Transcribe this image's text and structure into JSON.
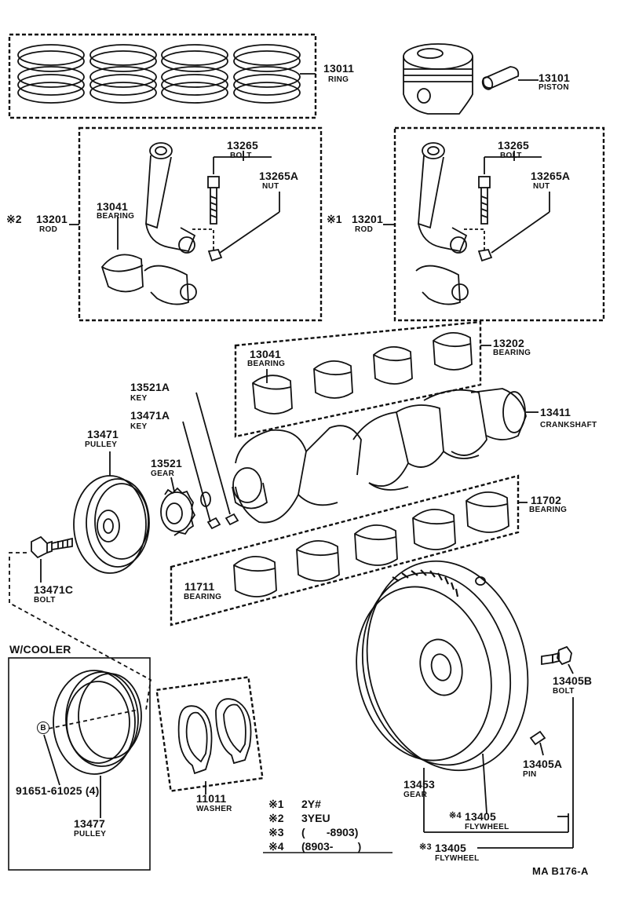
{
  "parts": {
    "ring": {
      "number": "13011",
      "name": "RING"
    },
    "piston": {
      "number": "13101",
      "name": "PISTON"
    },
    "rod_left": {
      "marker": "※2",
      "number": "13201",
      "name": "ROD"
    },
    "rod_right": {
      "marker": "※1",
      "number": "13201",
      "name": "ROD"
    },
    "bolt_left": {
      "number": "13265",
      "name": "BOLT"
    },
    "nut_left": {
      "number": "13265A",
      "name": "NUT"
    },
    "bearing_left": {
      "number": "13041",
      "name": "BEARING"
    },
    "bolt_right": {
      "number": "13265",
      "name": "BOLT"
    },
    "nut_right": {
      "number": "13265A",
      "name": "NUT"
    },
    "rod_bearing_set": {
      "number": "13041",
      "name": "BEARING"
    },
    "bearing_13202": {
      "number": "13202",
      "name": "BEARING"
    },
    "key_13521a": {
      "number": "13521A",
      "name": "KEY"
    },
    "key_13471a": {
      "number": "13471A",
      "name": "KEY"
    },
    "crankshaft": {
      "number": "13411",
      "name": "CRANKSHAFT"
    },
    "pulley": {
      "number": "13471",
      "name": "PULLEY"
    },
    "gear_13521": {
      "number": "13521",
      "name": "GEAR"
    },
    "bearing_11702": {
      "number": "11702",
      "name": "BEARING"
    },
    "bolt_13471c": {
      "number": "13471C",
      "name": "BOLT"
    },
    "bearing_11711": {
      "number": "11711",
      "name": "BEARING"
    },
    "w_cooler": {
      "label": "W/COOLER"
    },
    "callout_b": {
      "text": "B"
    },
    "bolt_91651": {
      "number": "91651-61025 (4)"
    },
    "pulley_13477": {
      "number": "13477",
      "name": "PULLEY"
    },
    "washer": {
      "number": "11011",
      "name": "WASHER"
    },
    "bolt_13405b": {
      "number": "13405B",
      "name": "BOLT"
    },
    "pin_13405a": {
      "number": "13405A",
      "name": "PIN"
    },
    "gear_13453": {
      "number": "13453",
      "name": "GEAR"
    },
    "flywheel_4": {
      "marker": "※4",
      "number": "13405",
      "name": "FLYWHEEL"
    },
    "flywheel_3": {
      "marker": "※3",
      "number": "13405",
      "name": "FLYWHEEL"
    }
  },
  "legend": [
    {
      "marker": "※1",
      "text": "2Y#"
    },
    {
      "marker": "※2",
      "text": "3YEU"
    },
    {
      "marker": "※3",
      "text": "(       -8903)"
    },
    {
      "marker": "※4",
      "text": "(8903-        )"
    }
  ],
  "diagram_code": "MA B176-A"
}
